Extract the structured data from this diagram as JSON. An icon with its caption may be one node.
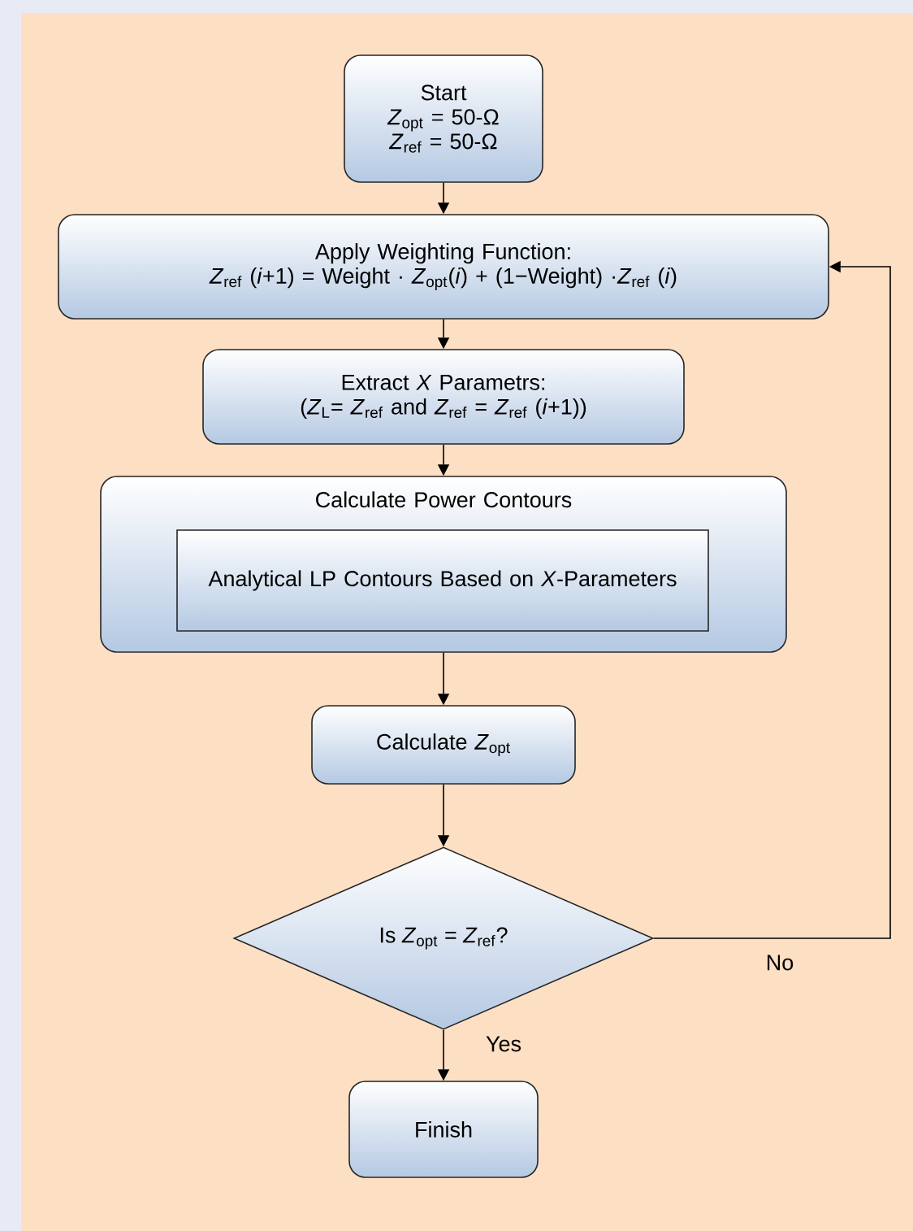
{
  "diagram": {
    "nodes": [
      {
        "text": [
          "Start",
          "*Z*$_{opt}$ = 50-Ω",
          "*Z*$_{ref}$ = 50-Ω"
        ]
      },
      {
        "text": [
          "Apply Weighting Function:",
          "*Z*$_{ref}$ (*i*+1) = Weight · *Z*$_{opt}$(*i*) + (1−Weight) ·*Z*$_{ref}$ (*i*)"
        ]
      },
      {
        "text": [
          "Extract *X* Parametrs:",
          "(*Z*$_{L}$= *Z*$_{ref}$ and *Z*$_{ref}$ = *Z*$_{ref}$ (*i*+1))"
        ]
      },
      {
        "text": [
          "Calculate Power Contours"
        ]
      },
      {
        "text": [
          "Analytical LP Contours Based on *X*-Parameters"
        ],
        "in": 3
      },
      {
        "text": [
          "Calculate *Z*$_{opt}$"
        ]
      },
      {
        "text": [
          "Is *Z*$_{opt}$ = *Z*$_{ref}$?"
        ]
      },
      {
        "text": [
          "Finish"
        ]
      }
    ],
    "edges": [
      {
        "from": 0,
        "to": 1,
        "arrow": "to"
      },
      {
        "from": 1,
        "to": 2,
        "arrow": "to"
      },
      {
        "from": 2,
        "to": 3,
        "arrow": "to"
      },
      {
        "from": 3,
        "to": 5,
        "arrow": "to"
      },
      {
        "from": 5,
        "to": 6,
        "arrow": "to"
      },
      {
        "from": 6,
        "to": 7,
        "arrow": "to",
        "label": "Yes"
      },
      {
        "from": 6,
        "to": 1,
        "arrow": "to",
        "label": "No"
      }
    ]
  }
}
